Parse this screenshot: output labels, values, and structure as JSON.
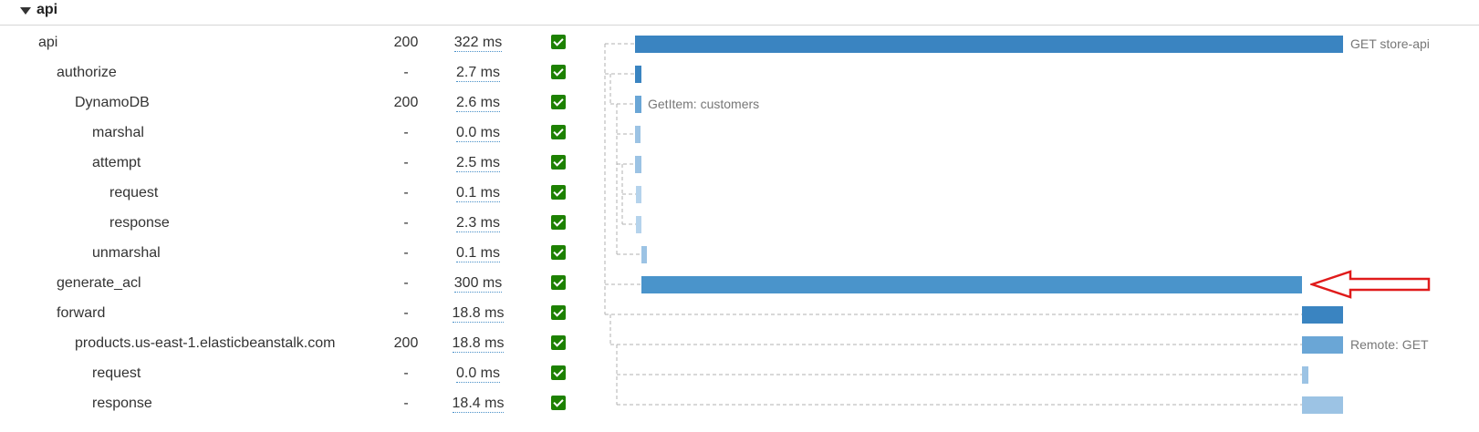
{
  "section": {
    "title": "api"
  },
  "rows": [
    {
      "name": "api",
      "status": "200",
      "duration": "322 ms",
      "bar_label": "GET store-api"
    },
    {
      "name": "authorize",
      "status": "-",
      "duration": "2.7 ms",
      "bar_label": ""
    },
    {
      "name": "DynamoDB",
      "status": "200",
      "duration": "2.6 ms",
      "bar_label": "GetItem: customers"
    },
    {
      "name": "marshal",
      "status": "-",
      "duration": "0.0 ms",
      "bar_label": ""
    },
    {
      "name": "attempt",
      "status": "-",
      "duration": "2.5 ms",
      "bar_label": ""
    },
    {
      "name": "request",
      "status": "-",
      "duration": "0.1 ms",
      "bar_label": ""
    },
    {
      "name": "response",
      "status": "-",
      "duration": "2.3 ms",
      "bar_label": ""
    },
    {
      "name": "unmarshal",
      "status": "-",
      "duration": "0.1 ms",
      "bar_label": ""
    },
    {
      "name": "generate_acl",
      "status": "-",
      "duration": "300 ms",
      "bar_label": ""
    },
    {
      "name": "forward",
      "status": "-",
      "duration": "18.8 ms",
      "bar_label": ""
    },
    {
      "name": "products.us-east-1.elasticbeanstalk.com",
      "status": "200",
      "duration": "18.8 ms",
      "bar_label": "Remote: GET"
    },
    {
      "name": "request",
      "status": "-",
      "duration": "0.0 ms",
      "bar_label": ""
    },
    {
      "name": "response",
      "status": "-",
      "duration": "18.4 ms",
      "bar_label": ""
    }
  ],
  "colors": {
    "bar_dark": "#3a84c1",
    "bar_mid": "#6aa6d6",
    "bar_light": "#9cc3e4",
    "check": "#1d8102",
    "arrow": "#e01b1b"
  }
}
